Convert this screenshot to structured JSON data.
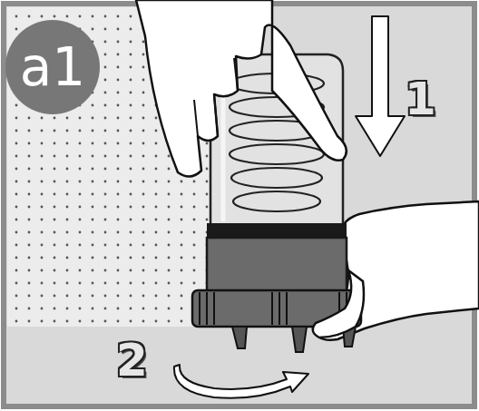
{
  "diagram": {
    "nodes": [
      {
        "text": [
          "a1"
        ]
      }
    ],
    "labels": [
      "1",
      "2"
    ]
  }
}
